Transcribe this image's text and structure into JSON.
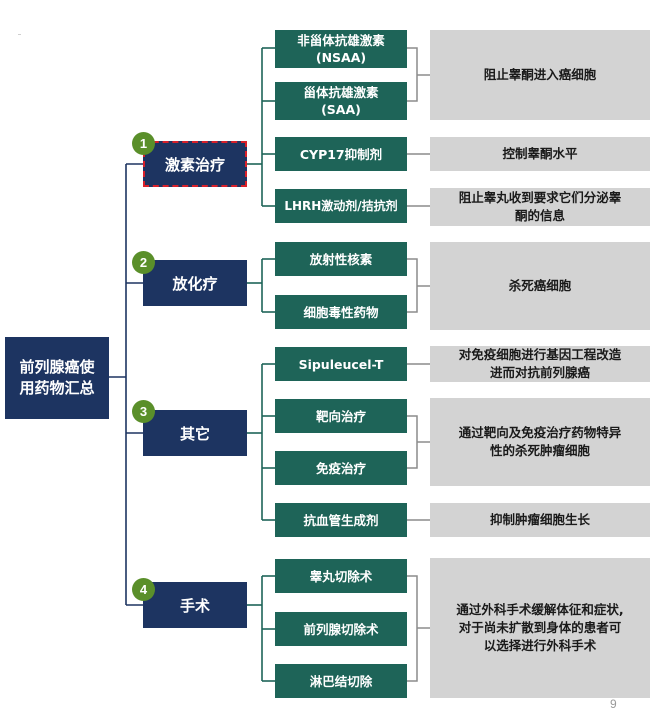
{
  "colors": {
    "navy": "#1d3461",
    "teal": "#1e6458",
    "grey": "#d3d3d3",
    "badge": "#5a8f2a",
    "highlight": "#d8202a"
  },
  "root": {
    "label": "前列腺癌使用药物汇总"
  },
  "categories": [
    {
      "number": "1",
      "label": "激素治疗",
      "highlighted": true
    },
    {
      "number": "2",
      "label": "放化疗",
      "highlighted": false
    },
    {
      "number": "3",
      "label": "其它",
      "highlighted": false
    },
    {
      "number": "4",
      "label": "手术",
      "highlighted": false
    }
  ],
  "drugs": [
    {
      "label": "非甾体抗雄激素\n(NSAA)"
    },
    {
      "label": "甾体抗雄激素\n(SAA)"
    },
    {
      "label": "CYP17抑制剂"
    },
    {
      "label": "LHRH激动剂/拮抗剂"
    },
    {
      "label": "放射性核素"
    },
    {
      "label": "细胞毒性药物"
    },
    {
      "label": "Sipuleucel-T"
    },
    {
      "label": "靶向治疗"
    },
    {
      "label": "免疫治疗"
    },
    {
      "label": "抗血管生成剂"
    },
    {
      "label": "睾丸切除术"
    },
    {
      "label": "前列腺切除术"
    },
    {
      "label": "淋巴结切除"
    }
  ],
  "effects": [
    {
      "label": "阻止睾酮进入癌细胞"
    },
    {
      "label": "控制睾酮水平"
    },
    {
      "label": "阻止睾丸收到要求它们分泌睾\n酮的信息"
    },
    {
      "label": "杀死癌细胞"
    },
    {
      "label": "对免疫细胞进行基因工程改造\n进而对抗前列腺癌"
    },
    {
      "label": "通过靶向及免疫治疗药物特异\n性的杀死肿瘤细胞"
    },
    {
      "label": "抑制肿瘤细胞生长"
    },
    {
      "label": "通过外科手术缓解体征和症状,\n对于尚未扩散到身体的患者可\n以选择进行外科手术"
    }
  ],
  "page_number": "9"
}
